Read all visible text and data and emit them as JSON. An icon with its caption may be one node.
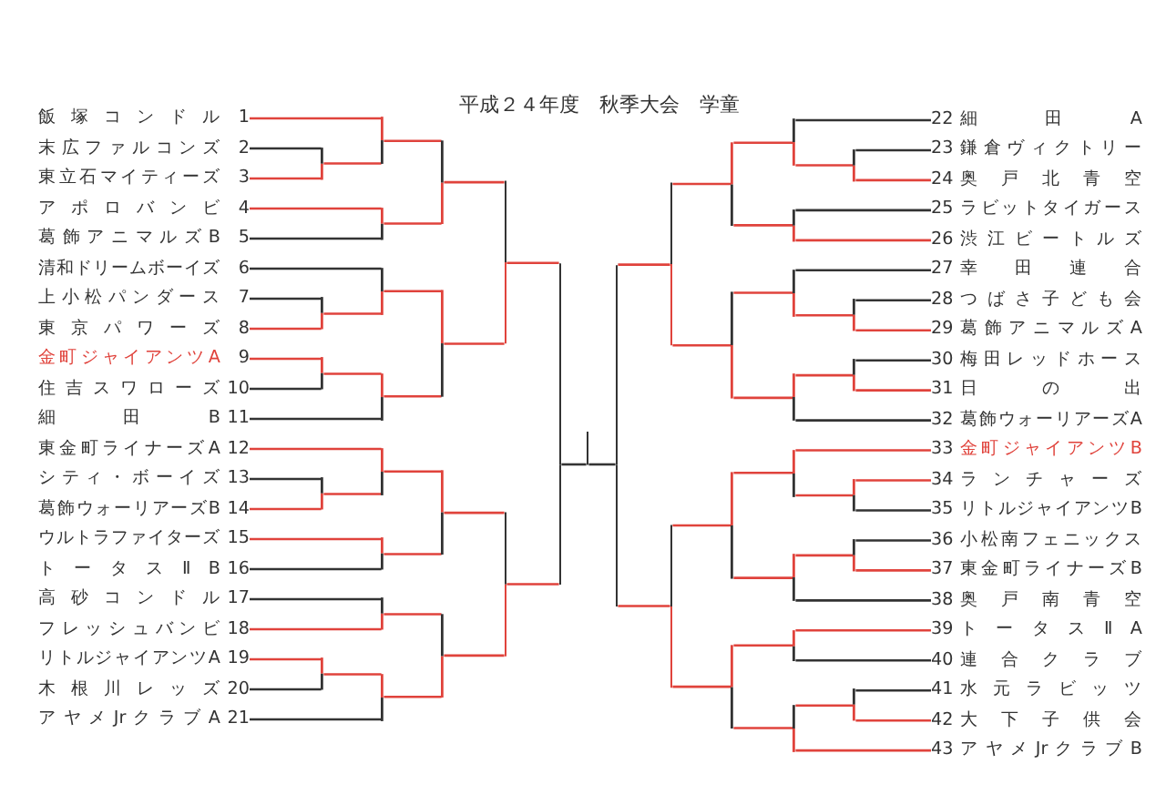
{
  "diagram": {
    "title": "平成２４年度　秋季大会　学童",
    "nodes": [
      {
        "text": [
          "飯塚コンドル",
          "1"
        ]
      },
      {
        "text": [
          "末広ファルコンズ",
          "2"
        ]
      },
      {
        "text": [
          "東立石マイティーズ",
          "3"
        ]
      },
      {
        "text": [
          "アポロバンビ",
          "4"
        ]
      },
      {
        "text": [
          "葛飾アニマルズB",
          "5"
        ]
      },
      {
        "text": [
          "清和ドリームボーイズ",
          "6"
        ]
      },
      {
        "text": [
          "上小松パンダース",
          "7"
        ]
      },
      {
        "text": [
          "東京パワーズ",
          "8"
        ]
      },
      {
        "text": [
          "金町ジャイアンツA",
          "9"
        ]
      },
      {
        "text": [
          "住吉スワローズ",
          "10"
        ]
      },
      {
        "text": [
          "細田B",
          "11"
        ]
      },
      {
        "text": [
          "東金町ライナーズA",
          "12"
        ]
      },
      {
        "text": [
          "シティ・ボーイズ",
          "13"
        ]
      },
      {
        "text": [
          "葛飾ウォーリアーズB",
          "14"
        ]
      },
      {
        "text": [
          "ウルトラファイターズ",
          "15"
        ]
      },
      {
        "text": [
          "トータスⅡB",
          "16"
        ]
      },
      {
        "text": [
          "高砂コンドル",
          "17"
        ]
      },
      {
        "text": [
          "フレッシュバンビ",
          "18"
        ]
      },
      {
        "text": [
          "リトルジャイアンツA",
          "19"
        ]
      },
      {
        "text": [
          "木根川レッズ",
          "20"
        ]
      },
      {
        "text": [
          "アヤメJrクラブA",
          "21"
        ]
      },
      {
        "text": [
          "22",
          "細田A"
        ]
      },
      {
        "text": [
          "23",
          "鎌倉ヴィクトリー"
        ]
      },
      {
        "text": [
          "24",
          "奥戸北青空"
        ]
      },
      {
        "text": [
          "25",
          "ラビットタイガース"
        ]
      },
      {
        "text": [
          "26",
          "渋江ビートルズ"
        ]
      },
      {
        "text": [
          "27",
          "幸田連合"
        ]
      },
      {
        "text": [
          "28",
          "つばさ子ども会"
        ]
      },
      {
        "text": [
          "29",
          "葛飾アニマルズA"
        ]
      },
      {
        "text": [
          "30",
          "梅田レッドホース"
        ]
      },
      {
        "text": [
          "31",
          "日の出"
        ]
      },
      {
        "text": [
          "32",
          "葛飾ウォーリアーズA"
        ]
      },
      {
        "text": [
          "33",
          "金町ジャイアンツB"
        ]
      },
      {
        "text": [
          "34",
          "ランチャーズ"
        ]
      },
      {
        "text": [
          "35",
          "リトルジャイアンツB"
        ]
      },
      {
        "text": [
          "36",
          "小松南フェニックス"
        ]
      },
      {
        "text": [
          "37",
          "東金町ライナーズB"
        ]
      },
      {
        "text": [
          "38",
          "奥戸南青空"
        ]
      },
      {
        "text": [
          "39",
          "トータスⅡA"
        ]
      },
      {
        "text": [
          "40",
          "連合クラブ"
        ]
      },
      {
        "text": [
          "41",
          "水元ラビッツ"
        ]
      },
      {
        "text": [
          "42",
          "大下子供会"
        ]
      },
      {
        "text": [
          "43",
          "アヤメJrクラブB"
        ]
      },
      {
        "text": [],
        "shape": "bar"
      },
      {
        "text": [],
        "shape": "bar"
      },
      {
        "text": [],
        "shape": "bar"
      },
      {
        "text": [],
        "shape": "bar"
      },
      {
        "text": [],
        "shape": "bar"
      },
      {
        "text": [],
        "shape": "bar"
      },
      {
        "text": [],
        "shape": "bar"
      },
      {
        "text": [],
        "shape": "bar"
      },
      {
        "text": [],
        "shape": "bar"
      },
      {
        "text": [],
        "shape": "bar"
      },
      {
        "text": [],
        "shape": "bar"
      },
      {
        "text": [],
        "shape": "bar"
      },
      {
        "text": [],
        "shape": "bar"
      },
      {
        "text": [],
        "shape": "bar"
      },
      {
        "text": [],
        "shape": "bar"
      },
      {
        "text": [],
        "shape": "bar"
      },
      {
        "text": [],
        "shape": "bar"
      },
      {
        "text": [],
        "shape": "bar"
      },
      {
        "text": [],
        "shape": "bar"
      },
      {
        "text": [],
        "shape": "bar"
      },
      {
        "text": [],
        "shape": "bar"
      },
      {
        "text": [],
        "shape": "bar"
      },
      {
        "text": [],
        "shape": "bar"
      },
      {
        "text": [],
        "shape": "bar"
      },
      {
        "text": [],
        "shape": "bar"
      },
      {
        "text": [],
        "shape": "bar"
      },
      {
        "text": [],
        "shape": "bar"
      },
      {
        "text": [],
        "shape": "bar"
      },
      {
        "text": [],
        "shape": "bar"
      },
      {
        "text": [],
        "shape": "bar"
      },
      {
        "text": [],
        "shape": "bar"
      },
      {
        "text": [],
        "shape": "bar"
      },
      {
        "text": [],
        "shape": "bar"
      },
      {
        "text": [],
        "shape": "bar"
      },
      {
        "text": [],
        "shape": "bar"
      },
      {
        "text": [],
        "shape": "bar"
      },
      {
        "text": [],
        "shape": "bar"
      },
      {
        "text": [],
        "shape": "bar"
      },
      {
        "text": [],
        "shape": "bar"
      },
      {
        "text": [],
        "shape": "bar"
      },
      {
        "text": [],
        "shape": "bar"
      },
      {
        "text": [],
        "shape": "bar"
      }
    ],
    "edges": [
      {
        "from": 0,
        "to": 48,
        "arrow": "none"
      },
      {
        "from": 1,
        "to": 43,
        "arrow": "none",
        "color": "#333333"
      },
      {
        "from": 2,
        "to": 43,
        "arrow": "none"
      },
      {
        "from": 3,
        "to": 49,
        "arrow": "none"
      },
      {
        "from": 4,
        "to": 49,
        "arrow": "none",
        "color": "#333333"
      },
      {
        "from": 5,
        "to": 50,
        "arrow": "none",
        "color": "#333333"
      },
      {
        "from": 6,
        "to": 44,
        "arrow": "none",
        "color": "#333333"
      },
      {
        "from": 7,
        "to": 44,
        "arrow": "none"
      },
      {
        "from": 8,
        "to": 45,
        "arrow": "none"
      },
      {
        "from": 9,
        "to": 45,
        "arrow": "none",
        "color": "#333333"
      },
      {
        "from": 10,
        "to": 51,
        "arrow": "none",
        "color": "#333333"
      },
      {
        "from": 11,
        "to": 52,
        "arrow": "none"
      },
      {
        "from": 12,
        "to": 46,
        "arrow": "none",
        "color": "#333333"
      },
      {
        "from": 13,
        "to": 46,
        "arrow": "none"
      },
      {
        "from": 14,
        "to": 53,
        "arrow": "none"
      },
      {
        "from": 15,
        "to": 53,
        "arrow": "none",
        "color": "#333333"
      },
      {
        "from": 16,
        "to": 54,
        "arrow": "none",
        "color": "#333333"
      },
      {
        "from": 17,
        "to": 54,
        "arrow": "none"
      },
      {
        "from": 18,
        "to": 47,
        "arrow": "none"
      },
      {
        "from": 19,
        "to": 47,
        "arrow": "none",
        "color": "#333333"
      },
      {
        "from": 20,
        "to": 55,
        "arrow": "none",
        "color": "#333333"
      },
      {
        "from": 21,
        "to": 71,
        "arrow": "none",
        "color": "#333333"
      },
      {
        "from": 22,
        "to": 79,
        "arrow": "none",
        "color": "#333333"
      },
      {
        "from": 23,
        "to": 79,
        "arrow": "none"
      },
      {
        "from": 24,
        "to": 72,
        "arrow": "none",
        "color": "#333333"
      },
      {
        "from": 25,
        "to": 72,
        "arrow": "none"
      },
      {
        "from": 26,
        "to": 73,
        "arrow": "none",
        "color": "#333333"
      },
      {
        "from": 27,
        "to": 80,
        "arrow": "none",
        "color": "#333333"
      },
      {
        "from": 28,
        "to": 80,
        "arrow": "none"
      },
      {
        "from": 29,
        "to": 81,
        "arrow": "none",
        "color": "#333333"
      },
      {
        "from": 30,
        "to": 81,
        "arrow": "none"
      },
      {
        "from": 31,
        "to": 74,
        "arrow": "none",
        "color": "#333333"
      },
      {
        "from": 32,
        "to": 75,
        "arrow": "none"
      },
      {
        "from": 33,
        "to": 82,
        "arrow": "none"
      },
      {
        "from": 34,
        "to": 82,
        "arrow": "none",
        "color": "#333333"
      },
      {
        "from": 35,
        "to": 83,
        "arrow": "none",
        "color": "#333333"
      },
      {
        "from": 36,
        "to": 83,
        "arrow": "none"
      },
      {
        "from": 37,
        "to": 76,
        "arrow": "none",
        "color": "#333333"
      },
      {
        "from": 38,
        "to": 77,
        "arrow": "none"
      },
      {
        "from": 39,
        "to": 77,
        "arrow": "none",
        "color": "#333333"
      },
      {
        "from": 40,
        "to": 84,
        "arrow": "none",
        "color": "#333333"
      },
      {
        "from": 41,
        "to": 84,
        "arrow": "none"
      },
      {
        "from": 42,
        "to": 78,
        "arrow": "none"
      },
      {
        "from": 43,
        "to": 48,
        "arrow": "none"
      },
      {
        "from": 44,
        "to": 50,
        "arrow": "none"
      },
      {
        "from": 45,
        "to": 51,
        "arrow": "none"
      },
      {
        "from": 46,
        "to": 52,
        "arrow": "none"
      },
      {
        "from": 47,
        "to": 55,
        "arrow": "none"
      },
      {
        "from": 48,
        "to": 56,
        "arrow": "none"
      },
      {
        "from": 49,
        "to": 56,
        "arrow": "none"
      },
      {
        "from": 50,
        "to": 57,
        "arrow": "none"
      },
      {
        "from": 51,
        "to": 57,
        "arrow": "none"
      },
      {
        "from": 52,
        "to": 58,
        "arrow": "none"
      },
      {
        "from": 53,
        "to": 58,
        "arrow": "none"
      },
      {
        "from": 54,
        "to": 59,
        "arrow": "none"
      },
      {
        "from": 55,
        "to": 59,
        "arrow": "none"
      },
      {
        "from": 56,
        "to": 60,
        "arrow": "none"
      },
      {
        "from": 57,
        "to": 60,
        "arrow": "none"
      },
      {
        "from": 58,
        "to": 61,
        "arrow": "none"
      },
      {
        "from": 59,
        "to": 61,
        "arrow": "none"
      },
      {
        "from": 60,
        "to": 62,
        "arrow": "none"
      },
      {
        "from": 61,
        "to": 62,
        "arrow": "none"
      },
      {
        "from": 62,
        "to": 63,
        "arrow": "none",
        "color": "#333333"
      },
      {
        "from": 64,
        "to": 63,
        "arrow": "none",
        "color": "#333333"
      },
      {
        "from": 65,
        "to": 64,
        "arrow": "none"
      },
      {
        "from": 66,
        "to": 64,
        "arrow": "none"
      },
      {
        "from": 67,
        "to": 65,
        "arrow": "none"
      },
      {
        "from": 68,
        "to": 65,
        "arrow": "none"
      },
      {
        "from": 69,
        "to": 66,
        "arrow": "none"
      },
      {
        "from": 70,
        "to": 66,
        "arrow": "none"
      },
      {
        "from": 71,
        "to": 67,
        "arrow": "none"
      },
      {
        "from": 72,
        "to": 67,
        "arrow": "none"
      },
      {
        "from": 73,
        "to": 68,
        "arrow": "none"
      },
      {
        "from": 74,
        "to": 68,
        "arrow": "none"
      },
      {
        "from": 75,
        "to": 69,
        "arrow": "none"
      },
      {
        "from": 76,
        "to": 69,
        "arrow": "none"
      },
      {
        "from": 77,
        "to": 70,
        "arrow": "none"
      },
      {
        "from": 78,
        "to": 70,
        "arrow": "none"
      },
      {
        "from": 79,
        "to": 71,
        "arrow": "none"
      },
      {
        "from": 80,
        "to": 73,
        "arrow": "none"
      },
      {
        "from": 81,
        "to": 74,
        "arrow": "none"
      },
      {
        "from": 82,
        "to": 75,
        "arrow": "none"
      },
      {
        "from": 83,
        "to": 76,
        "arrow": "none"
      },
      {
        "from": 84,
        "to": 78,
        "arrow": "none"
      }
    ]
  }
}
